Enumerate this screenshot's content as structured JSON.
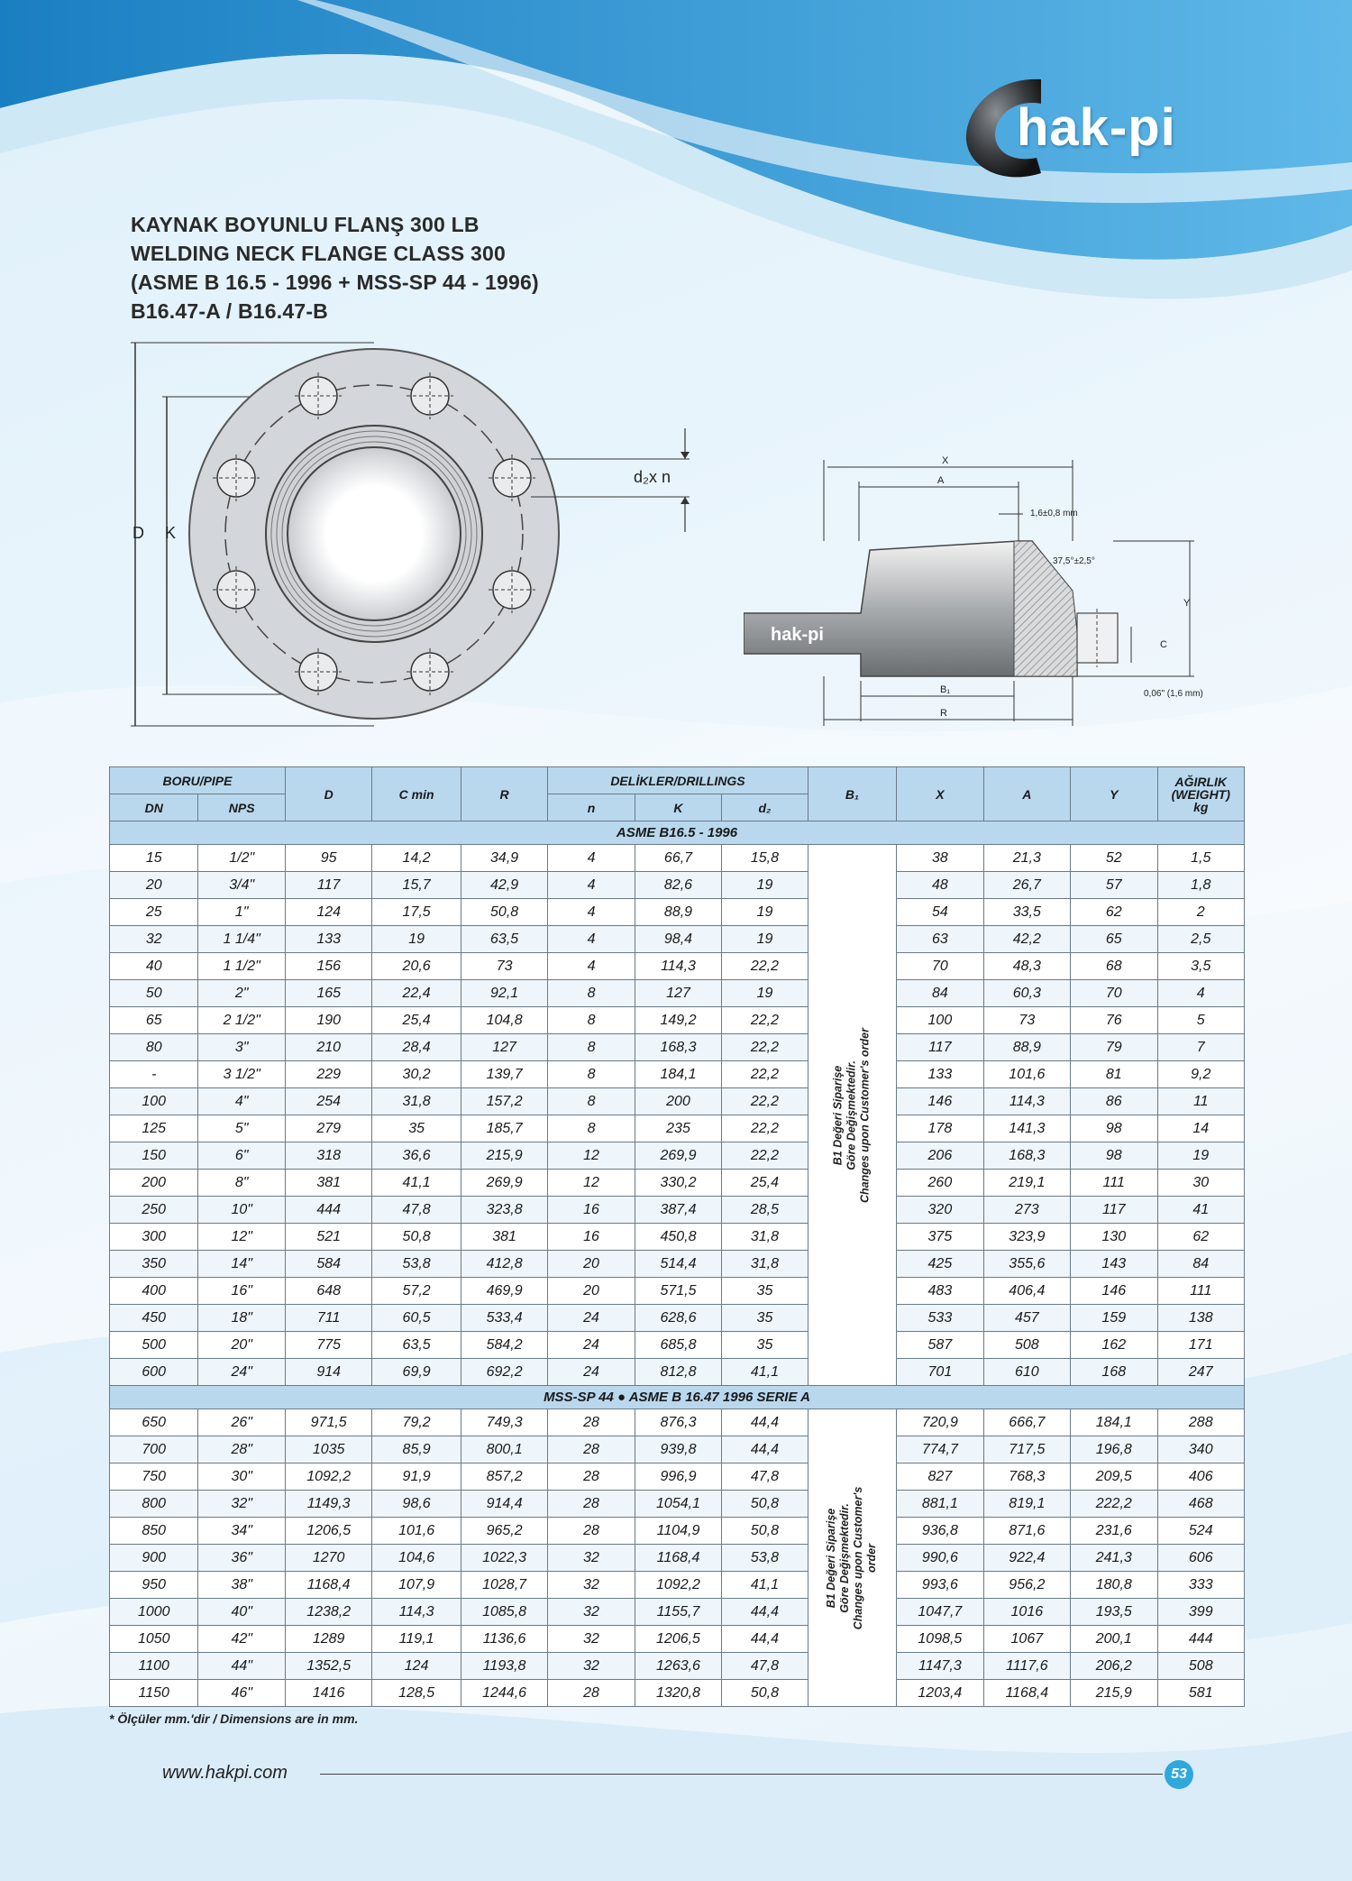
{
  "brand": {
    "name": "hak-pi"
  },
  "title_lines": [
    "KAYNAK BOYUNLU FLANŞ 300 LB",
    "WELDING NECK FLANGE CLASS 300",
    "(ASME B 16.5 - 1996 + MSS-SP 44 - 1996)",
    "B16.47-A / B16.47-B"
  ],
  "diagram": {
    "front_labels": {
      "d": "D",
      "k": "K",
      "holes": "d₂x n"
    },
    "side_labels": {
      "x": "X",
      "a": "A",
      "gap": "1,6±0,8 mm",
      "angle": "37,5°±2,5°",
      "y": "Y",
      "c": "C",
      "b1": "B₁",
      "r": "R",
      "thickness": "0,06\" (1,6 mm)"
    }
  },
  "table": {
    "headers": {
      "pipe": "BORU/PIPE",
      "dn": "DN",
      "nps": "NPS",
      "d": "D",
      "cmin": "C min",
      "r": "R",
      "drillings": "DELİKLER/DRILLINGS",
      "n": "n",
      "k": "K",
      "d2": "d₂",
      "b1": "B₁",
      "x": "X",
      "a": "A",
      "y": "Y",
      "weight1": "AĞIRLIK",
      "weight2": "(WEIGHT)",
      "weight3": "kg"
    },
    "b1_note": [
      "B1 Değeri Siparişe",
      "Göre Değişmektedir.",
      "Changes upon Customer's order"
    ],
    "b1_note2": [
      "B1 Değeri Siparişe",
      "Göre Değişmektedir.",
      "Changes upon Customer's",
      "order"
    ],
    "sections": [
      {
        "label": "ASME B16.5 - 1996",
        "rows": [
          [
            "15",
            "1/2\"",
            "95",
            "14,2",
            "34,9",
            "4",
            "66,7",
            "15,8",
            "38",
            "21,3",
            "52",
            "1,5"
          ],
          [
            "20",
            "3/4\"",
            "117",
            "15,7",
            "42,9",
            "4",
            "82,6",
            "19",
            "48",
            "26,7",
            "57",
            "1,8"
          ],
          [
            "25",
            "1\"",
            "124",
            "17,5",
            "50,8",
            "4",
            "88,9",
            "19",
            "54",
            "33,5",
            "62",
            "2"
          ],
          [
            "32",
            "1 1/4\"",
            "133",
            "19",
            "63,5",
            "4",
            "98,4",
            "19",
            "63",
            "42,2",
            "65",
            "2,5"
          ],
          [
            "40",
            "1 1/2\"",
            "156",
            "20,6",
            "73",
            "4",
            "114,3",
            "22,2",
            "70",
            "48,3",
            "68",
            "3,5"
          ],
          [
            "50",
            "2\"",
            "165",
            "22,4",
            "92,1",
            "8",
            "127",
            "19",
            "84",
            "60,3",
            "70",
            "4"
          ],
          [
            "65",
            "2 1/2\"",
            "190",
            "25,4",
            "104,8",
            "8",
            "149,2",
            "22,2",
            "100",
            "73",
            "76",
            "5"
          ],
          [
            "80",
            "3\"",
            "210",
            "28,4",
            "127",
            "8",
            "168,3",
            "22,2",
            "117",
            "88,9",
            "79",
            "7"
          ],
          [
            "-",
            "3 1/2\"",
            "229",
            "30,2",
            "139,7",
            "8",
            "184,1",
            "22,2",
            "133",
            "101,6",
            "81",
            "9,2"
          ],
          [
            "100",
            "4\"",
            "254",
            "31,8",
            "157,2",
            "8",
            "200",
            "22,2",
            "146",
            "114,3",
            "86",
            "11"
          ],
          [
            "125",
            "5\"",
            "279",
            "35",
            "185,7",
            "8",
            "235",
            "22,2",
            "178",
            "141,3",
            "98",
            "14"
          ],
          [
            "150",
            "6\"",
            "318",
            "36,6",
            "215,9",
            "12",
            "269,9",
            "22,2",
            "206",
            "168,3",
            "98",
            "19"
          ],
          [
            "200",
            "8\"",
            "381",
            "41,1",
            "269,9",
            "12",
            "330,2",
            "25,4",
            "260",
            "219,1",
            "111",
            "30"
          ],
          [
            "250",
            "10\"",
            "444",
            "47,8",
            "323,8",
            "16",
            "387,4",
            "28,5",
            "320",
            "273",
            "117",
            "41"
          ],
          [
            "300",
            "12\"",
            "521",
            "50,8",
            "381",
            "16",
            "450,8",
            "31,8",
            "375",
            "323,9",
            "130",
            "62"
          ],
          [
            "350",
            "14\"",
            "584",
            "53,8",
            "412,8",
            "20",
            "514,4",
            "31,8",
            "425",
            "355,6",
            "143",
            "84"
          ],
          [
            "400",
            "16\"",
            "648",
            "57,2",
            "469,9",
            "20",
            "571,5",
            "35",
            "483",
            "406,4",
            "146",
            "111"
          ],
          [
            "450",
            "18\"",
            "711",
            "60,5",
            "533,4",
            "24",
            "628,6",
            "35",
            "533",
            "457",
            "159",
            "138"
          ],
          [
            "500",
            "20\"",
            "775",
            "63,5",
            "584,2",
            "24",
            "685,8",
            "35",
            "587",
            "508",
            "162",
            "171"
          ],
          [
            "600",
            "24\"",
            "914",
            "69,9",
            "692,2",
            "24",
            "812,8",
            "41,1",
            "701",
            "610",
            "168",
            "247"
          ]
        ]
      },
      {
        "label": "MSS-SP 44 ● ASME B 16.47 1996 SERIE A",
        "rows": [
          [
            "650",
            "26\"",
            "971,5",
            "79,2",
            "749,3",
            "28",
            "876,3",
            "44,4",
            "720,9",
            "666,7",
            "184,1",
            "288"
          ],
          [
            "700",
            "28\"",
            "1035",
            "85,9",
            "800,1",
            "28",
            "939,8",
            "44,4",
            "774,7",
            "717,5",
            "196,8",
            "340"
          ],
          [
            "750",
            "30\"",
            "1092,2",
            "91,9",
            "857,2",
            "28",
            "996,9",
            "47,8",
            "827",
            "768,3",
            "209,5",
            "406"
          ],
          [
            "800",
            "32\"",
            "1149,3",
            "98,6",
            "914,4",
            "28",
            "1054,1",
            "50,8",
            "881,1",
            "819,1",
            "222,2",
            "468"
          ],
          [
            "850",
            "34\"",
            "1206,5",
            "101,6",
            "965,2",
            "28",
            "1104,9",
            "50,8",
            "936,8",
            "871,6",
            "231,6",
            "524"
          ],
          [
            "900",
            "36\"",
            "1270",
            "104,6",
            "1022,3",
            "32",
            "1168,4",
            "53,8",
            "990,6",
            "922,4",
            "241,3",
            "606"
          ],
          [
            "950",
            "38\"",
            "1168,4",
            "107,9",
            "1028,7",
            "32",
            "1092,2",
            "41,1",
            "993,6",
            "956,2",
            "180,8",
            "333"
          ],
          [
            "1000",
            "40\"",
            "1238,2",
            "114,3",
            "1085,8",
            "32",
            "1155,7",
            "44,4",
            "1047,7",
            "1016",
            "193,5",
            "399"
          ],
          [
            "1050",
            "42\"",
            "1289",
            "119,1",
            "1136,6",
            "32",
            "1206,5",
            "44,4",
            "1098,5",
            "1067",
            "200,1",
            "444"
          ],
          [
            "1100",
            "44\"",
            "1352,5",
            "124",
            "1193,8",
            "32",
            "1263,6",
            "47,8",
            "1147,3",
            "1117,6",
            "206,2",
            "508"
          ],
          [
            "1150",
            "46\"",
            "1416",
            "128,5",
            "1244,6",
            "28",
            "1320,8",
            "50,8",
            "1203,4",
            "1168,4",
            "215,9",
            "581"
          ]
        ]
      }
    ]
  },
  "footnote": "* Ölçüler mm.'dir / Dimensions are in mm.",
  "footer": {
    "website": "www.hakpi.com",
    "page": "53"
  }
}
